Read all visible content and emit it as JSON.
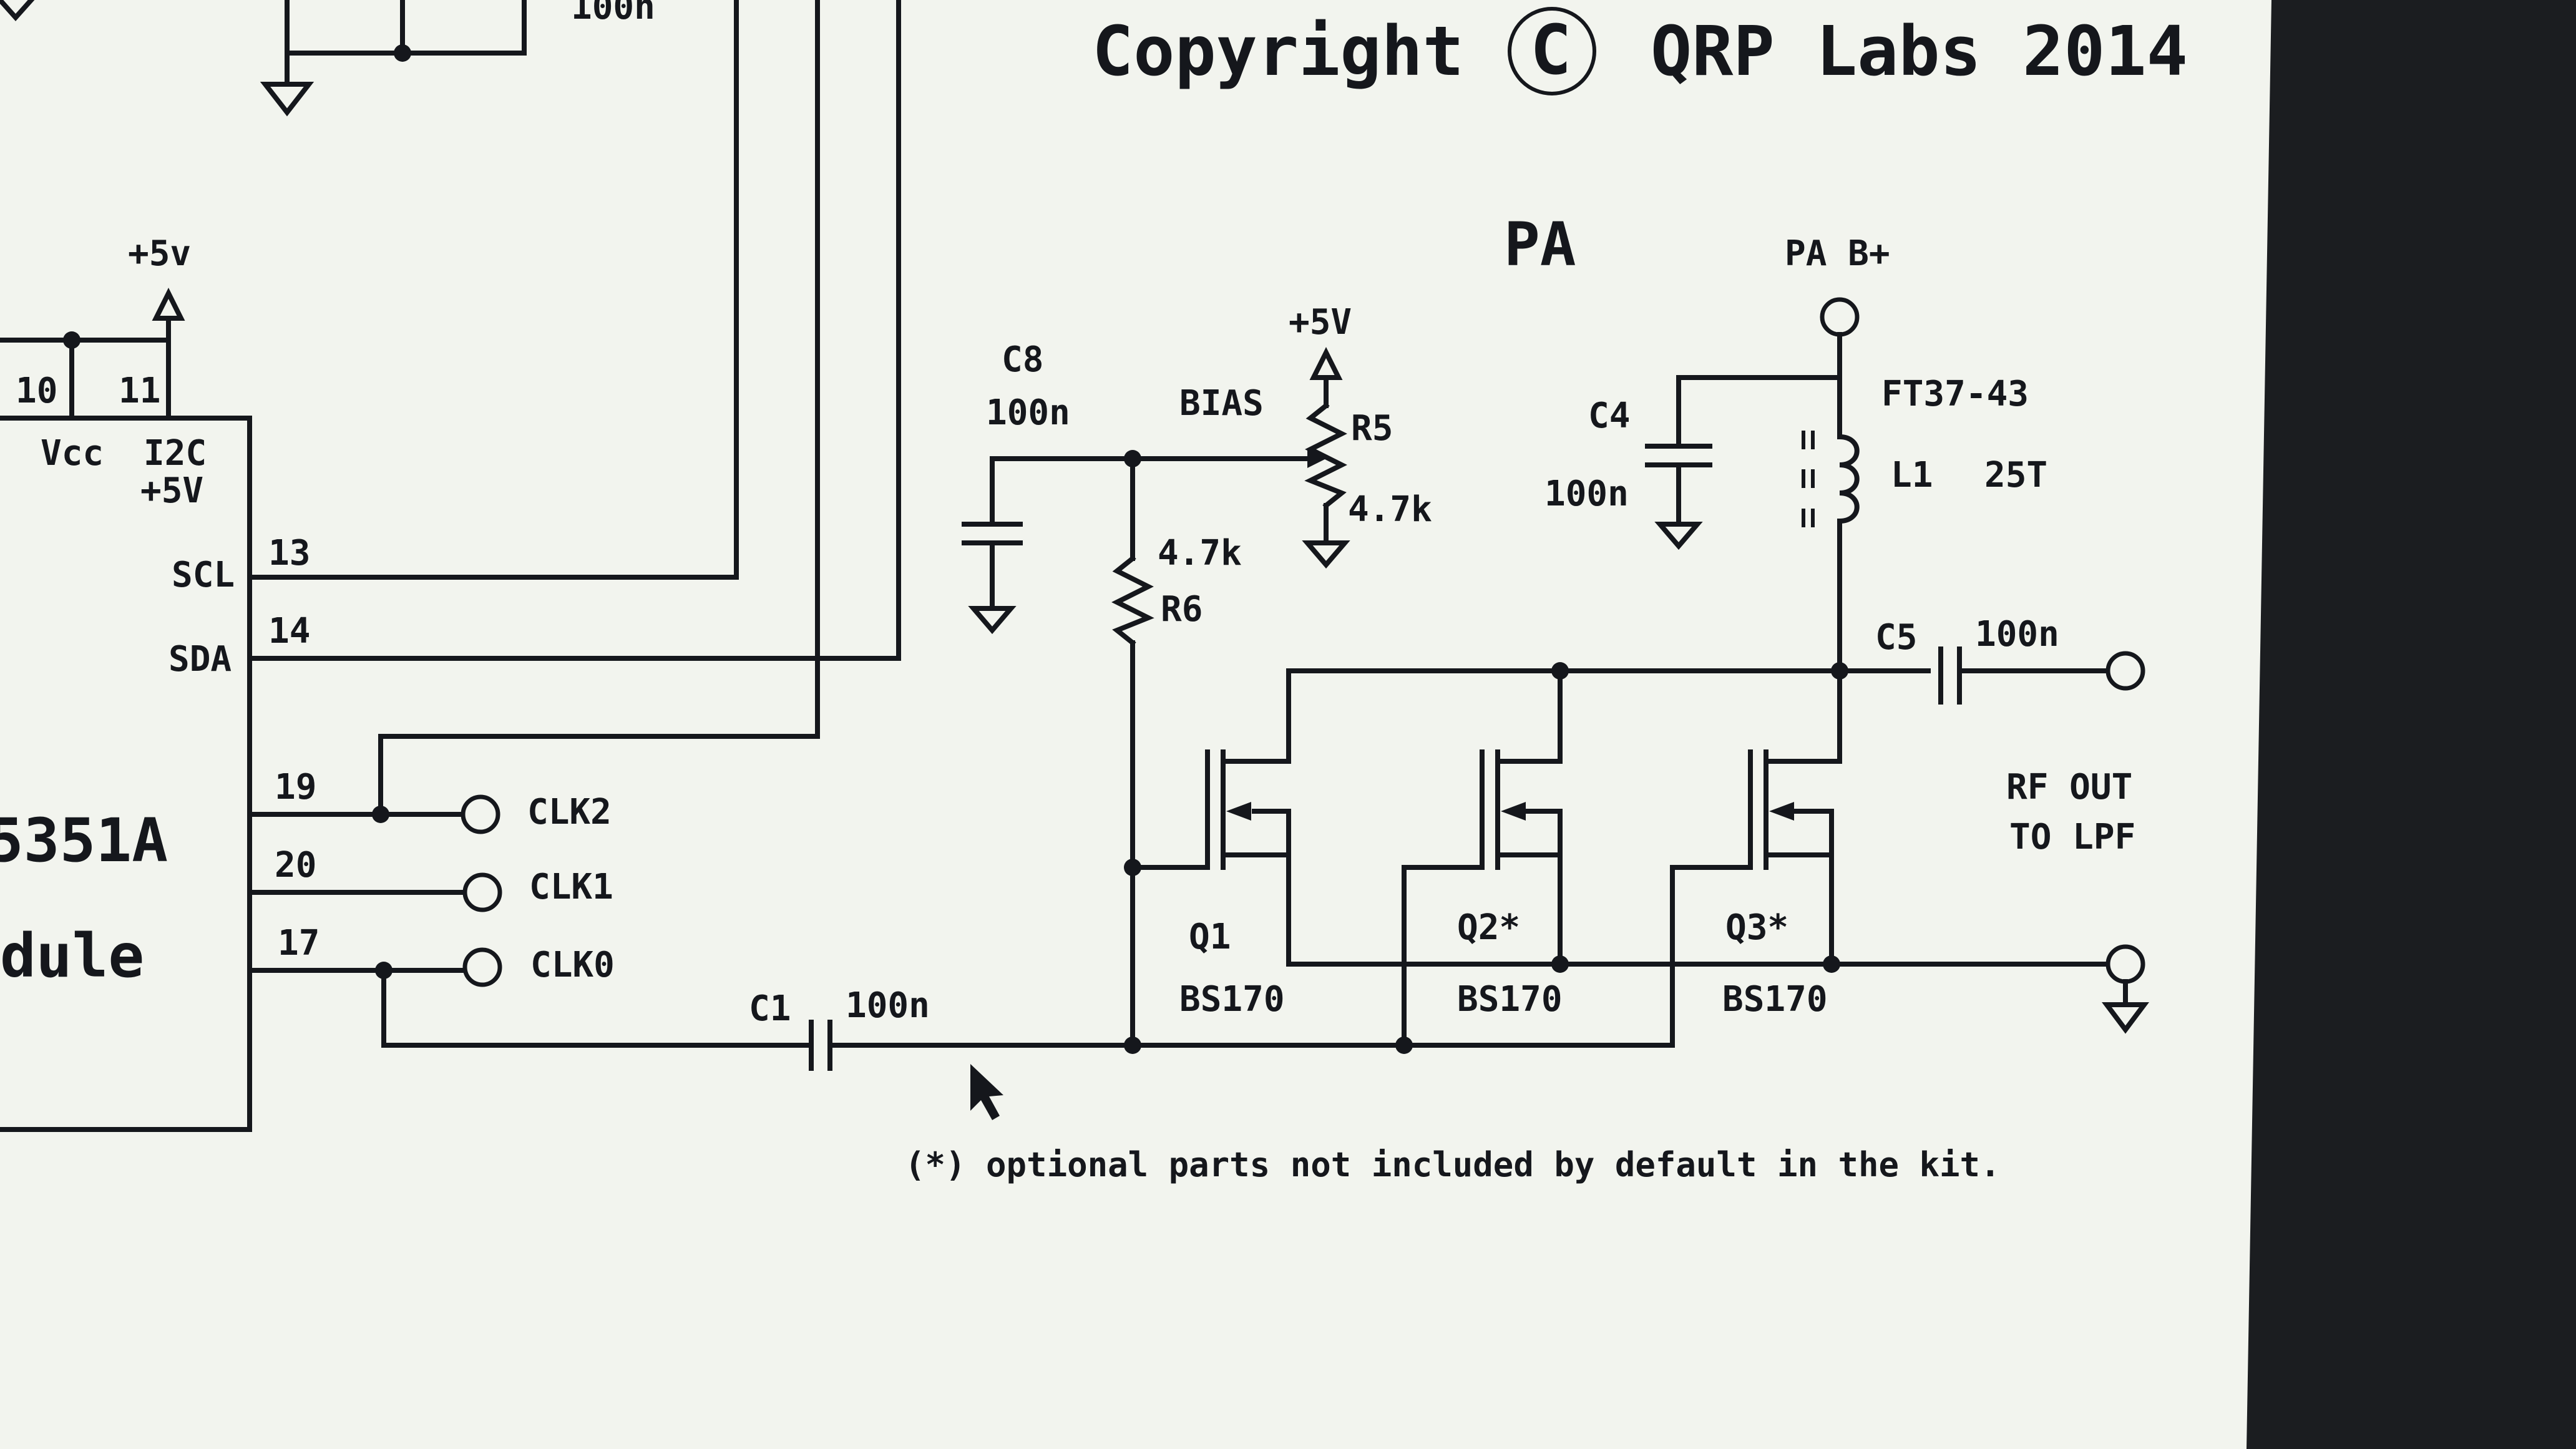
{
  "colors": {
    "screen": "#f2f4ee",
    "ink": "#15171c",
    "bezel": "#1b1d20"
  },
  "header": {
    "copyright": "Copyright",
    "copyright_symbol": "C",
    "company": "QRP Labs 2014"
  },
  "section": {
    "title": "PA"
  },
  "module": {
    "name_partial": "5351A",
    "sub_partial": "dule",
    "pins": {
      "p10": "10",
      "p11": "11",
      "vcc": "Vcc",
      "i2c": "I2C",
      "i2c_supply": "+5V",
      "scl": "SCL",
      "sda": "SDA"
    },
    "pin_numbers": {
      "scl": "13",
      "sda": "14",
      "clk2": "19",
      "clk1": "20",
      "clk0": "17"
    }
  },
  "top_fragment": {
    "value": "100n"
  },
  "supplies": {
    "module_plus5v": "+5v",
    "bias_plus5v": "+5V",
    "pa_supply": "PA B+"
  },
  "clocks": {
    "clk2": "CLK2",
    "clk1": "CLK1",
    "clk0": "CLK0"
  },
  "components": {
    "c8": {
      "ref": "C8",
      "value": "100n"
    },
    "bias": {
      "label": "BIAS"
    },
    "r5": {
      "ref": "R5",
      "value": "4.7k"
    },
    "r6": {
      "ref": "R6",
      "value": "4.7k"
    },
    "c4": {
      "ref": "C4",
      "value": "100n"
    },
    "l1": {
      "core": "FT37-43",
      "ref": "L1",
      "turns": "25T"
    },
    "c5": {
      "ref": "C5",
      "value": "100n"
    },
    "c1": {
      "ref": "C1",
      "value": "100n"
    },
    "q1": {
      "ref": "Q1",
      "part": "BS170"
    },
    "q2": {
      "ref": "Q2*",
      "part": "BS170"
    },
    "q3": {
      "ref": "Q3*",
      "part": "BS170"
    }
  },
  "output": {
    "line1": "RF OUT",
    "line2": "TO LPF"
  },
  "footnote": {
    "text": "(*) optional parts not included by default in the kit."
  }
}
